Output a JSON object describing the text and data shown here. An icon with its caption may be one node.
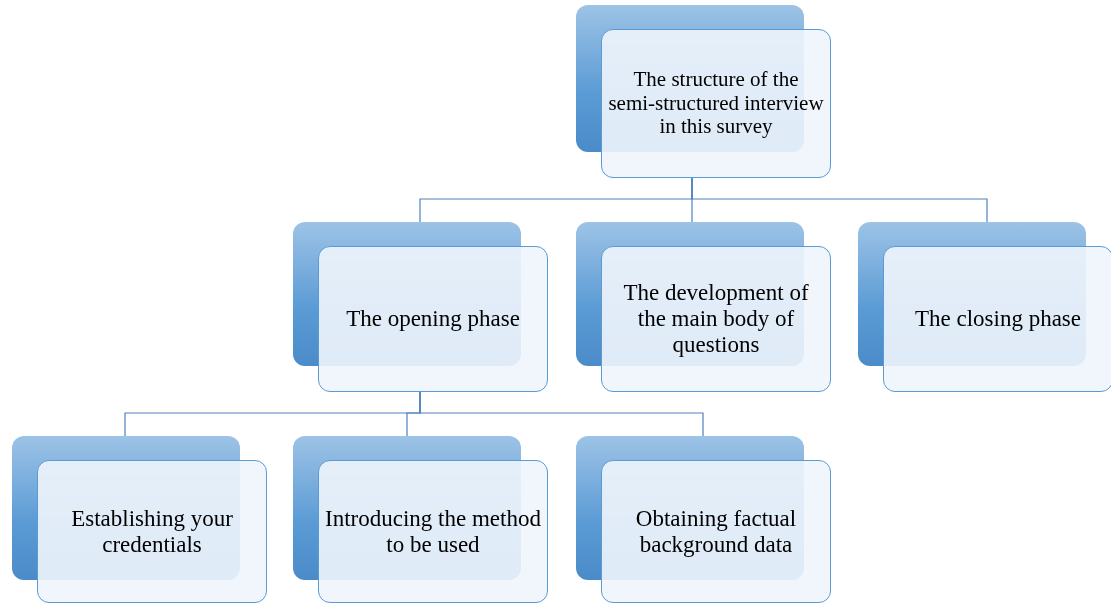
{
  "diagram": {
    "nodes": [
      {
        "text": [
          "The structure of the semi-structured interview in this survey"
        ]
      },
      {
        "text": [
          "The opening phase"
        ]
      },
      {
        "text": [
          "The development of the main body of questions"
        ]
      },
      {
        "text": [
          "The closing phase"
        ]
      },
      {
        "text": [
          "Establishing your credentials"
        ]
      },
      {
        "text": [
          "Introducing the method to be used"
        ]
      },
      {
        "text": [
          "Obtaining factual background data"
        ]
      }
    ],
    "edges": [
      {
        "from": 0,
        "to": 1,
        "arrow": "none"
      },
      {
        "from": 0,
        "to": 2,
        "arrow": "none"
      },
      {
        "from": 0,
        "to": 3,
        "arrow": "none"
      },
      {
        "from": 1,
        "to": 4,
        "arrow": "none"
      },
      {
        "from": 1,
        "to": 5,
        "arrow": "none"
      },
      {
        "from": 1,
        "to": 6,
        "arrow": "none"
      }
    ]
  }
}
